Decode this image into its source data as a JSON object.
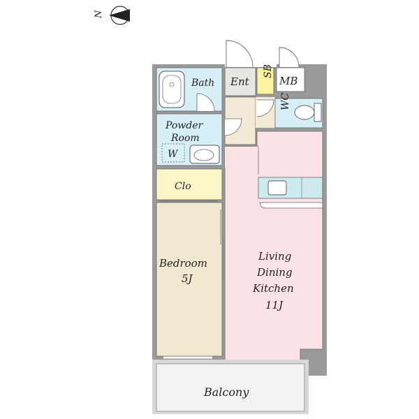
{
  "compass": {
    "label": "N"
  },
  "rooms": {
    "bath": "Bath",
    "entrance": "Ent",
    "shoe_box": "SB",
    "meter_box": "MB",
    "wc": "WC",
    "powder_room_line1": "Powder",
    "powder_room_line2": "Room",
    "washer": "W",
    "closet": "Clo",
    "bedroom": "Bedroom",
    "bedroom_size": "5J",
    "ldk_line1": "Living",
    "ldk_line2": "Dining",
    "ldk_line3": "Kitchen",
    "ldk_size": "11J",
    "balcony": "Balcony"
  },
  "colors": {
    "wall": "#9a9a9a",
    "wet_area": "#d7eff7",
    "entrance": "#f3ead6",
    "closet": "#fbf6c8",
    "bedroom": "#f2e8cf",
    "ldk": "#fbe2e6",
    "balcony": "#f2f2f2",
    "shoe_box": "#fbf3a0",
    "kitchen_counter": "#cdebee"
  }
}
